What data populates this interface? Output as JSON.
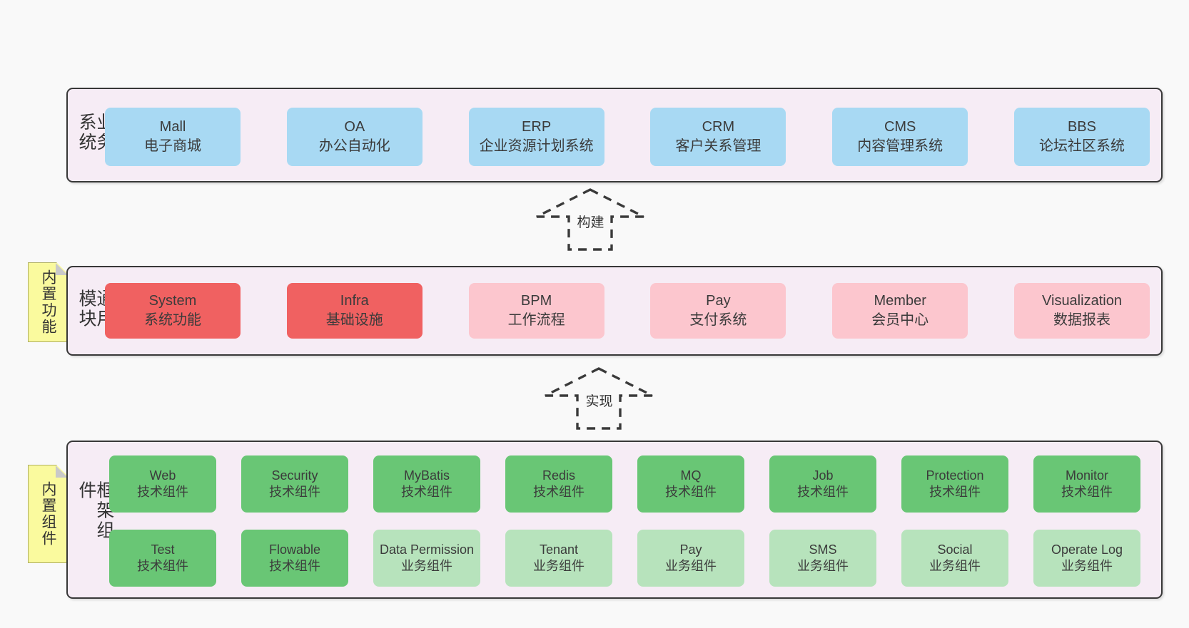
{
  "colors": {
    "page_bg": "#f9f9f9",
    "band_bg": "#f6ecf5",
    "band_border": "#383838",
    "blue_box": "#a8d9f3",
    "red_box": "#f06161",
    "pink_box": "#fcc6ce",
    "green_box": "#69c675",
    "light_green_box": "#b7e3bc",
    "sticky_bg": "#fafa9e",
    "sticky_fold": "#c9c9c9",
    "text": "#3b3b3b"
  },
  "bands": [
    {
      "label": "业务系统",
      "boxes": [
        {
          "name": "Mall",
          "subtitle": "电子商城"
        },
        {
          "name": "OA",
          "subtitle": "办公自动化"
        },
        {
          "name": "ERP",
          "subtitle": "企业资源计划系统"
        },
        {
          "name": "CRM",
          "subtitle": "客户关系管理"
        },
        {
          "name": "CMS",
          "subtitle": "内容管理系统"
        },
        {
          "name": "BBS",
          "subtitle": "论坛社区系统"
        }
      ]
    },
    {
      "label": "通用模块",
      "sticky": "内置功能",
      "boxes": [
        {
          "name": "System",
          "subtitle": "系统功能"
        },
        {
          "name": "Infra",
          "subtitle": "基础设施"
        },
        {
          "name": "BPM",
          "subtitle": "工作流程"
        },
        {
          "name": "Pay",
          "subtitle": "支付系统"
        },
        {
          "name": "Member",
          "subtitle": "会员中心"
        },
        {
          "name": "Visualization",
          "subtitle": "数据报表"
        }
      ]
    },
    {
      "label": "框架组件",
      "sticky": "内置组件",
      "row1": [
        {
          "name": "Web",
          "subtitle": "技术组件"
        },
        {
          "name": "Security",
          "subtitle": "技术组件"
        },
        {
          "name": "MyBatis",
          "subtitle": "技术组件"
        },
        {
          "name": "Redis",
          "subtitle": "技术组件"
        },
        {
          "name": "MQ",
          "subtitle": "技术组件"
        },
        {
          "name": "Job",
          "subtitle": "技术组件"
        },
        {
          "name": "Protection",
          "subtitle": "技术组件"
        },
        {
          "name": "Monitor",
          "subtitle": "技术组件"
        }
      ],
      "row2": [
        {
          "name": "Test",
          "subtitle": "技术组件"
        },
        {
          "name": "Flowable",
          "subtitle": "技术组件"
        },
        {
          "name": "Data Permission",
          "subtitle": "业务组件"
        },
        {
          "name": "Tenant",
          "subtitle": "业务组件"
        },
        {
          "name": "Pay",
          "subtitle": "业务组件"
        },
        {
          "name": "SMS",
          "subtitle": "业务组件"
        },
        {
          "name": "Social",
          "subtitle": "业务组件"
        },
        {
          "name": "Operate Log",
          "subtitle": "业务组件"
        }
      ]
    }
  ],
  "arrows": [
    {
      "label": "构建"
    },
    {
      "label": "实现"
    }
  ]
}
